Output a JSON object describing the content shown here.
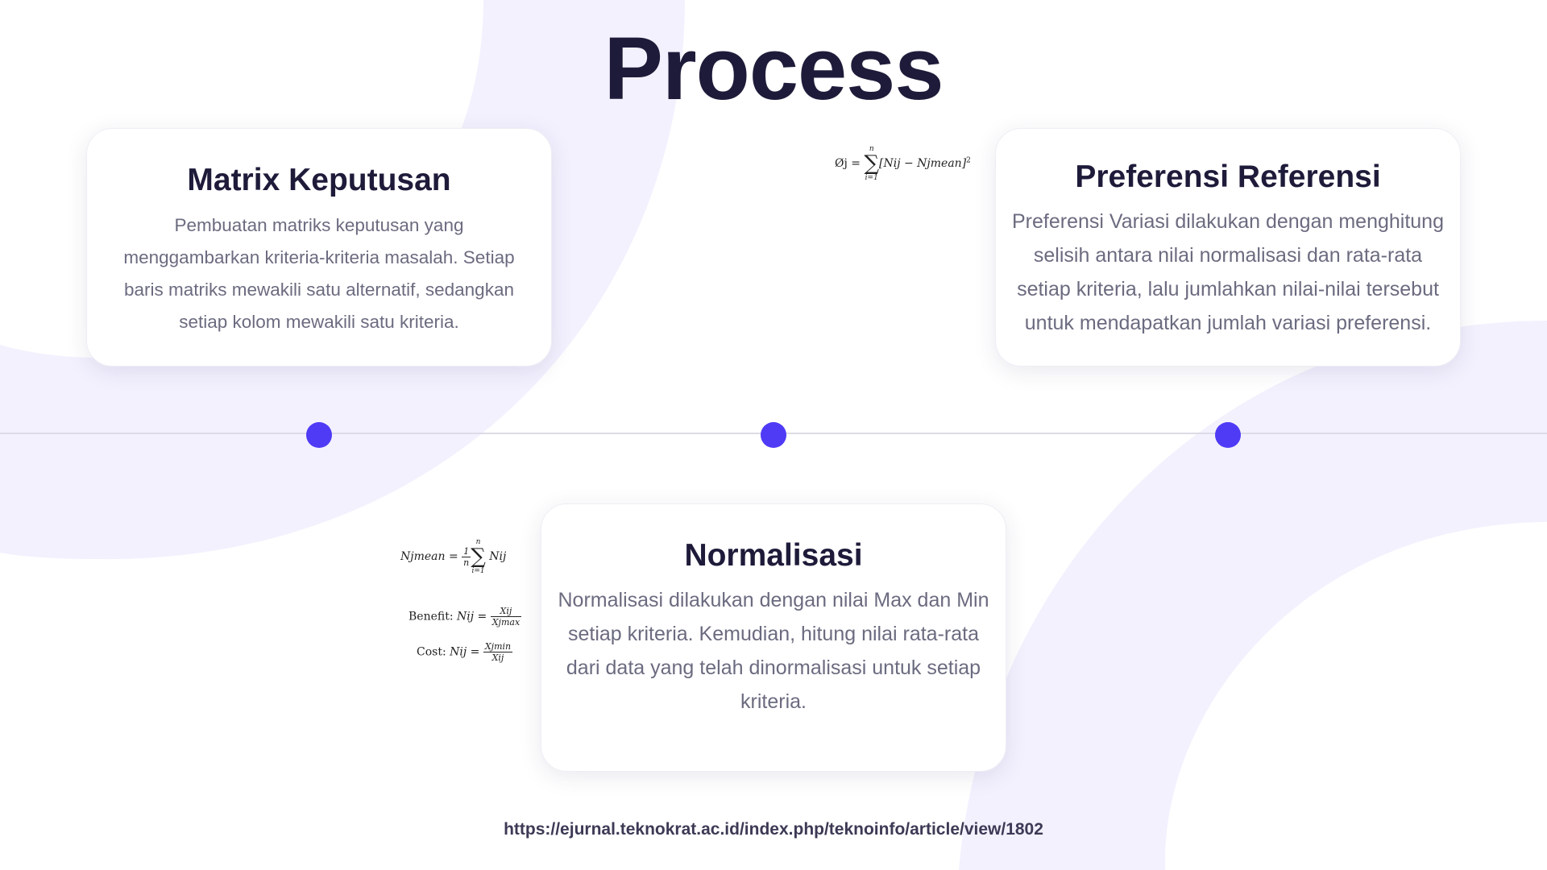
{
  "title": "Process",
  "cards": {
    "matrix": {
      "heading": "Matrix Keputusan",
      "body": "Pembuatan matriks keputusan yang menggambarkan kriteria-kriteria masalah. Setiap baris matriks mewakili satu alternatif, sedangkan setiap kolom mewakili satu kriteria."
    },
    "preferensi": {
      "heading": "Preferensi Referensi",
      "body": "Preferensi Variasi dilakukan dengan menghitung selisih antara nilai normalisasi dan rata-rata setiap kriteria, lalu jumlahkan nilai-nilai tersebut untuk mendapatkan jumlah variasi preferensi."
    },
    "normalisasi": {
      "heading": "Normalisasi",
      "body": "Normalisasi dilakukan dengan nilai Max dan Min setiap kriteria. Kemudian, hitung nilai rata-rata dari data yang telah dinormalisasi untuk setiap kriteria."
    }
  },
  "formulas": {
    "phi": {
      "lhs": "Øj =",
      "sum_top": "n",
      "sum_bottom": "i=1",
      "body": "[Nij − Njmean]",
      "power": "2"
    },
    "njmean": {
      "lhs": "Njmean =",
      "frac_num": "1",
      "frac_den": "n",
      "sum_top": "n",
      "sum_bottom": "i=1",
      "body": "Nij"
    },
    "benefit": {
      "label": "Benefit:",
      "lhs": "Nij =",
      "num": "Xij",
      "den": "Xjmax"
    },
    "cost": {
      "label": "Cost:",
      "lhs": "Nij =",
      "num": "Xjmin",
      "den": "Xij"
    }
  },
  "source_url": "https://ejurnal.teknokrat.ac.id/index.php/teknoinfo/article/view/1802",
  "colors": {
    "accent": "#4f3bf5",
    "background_shape": "#f3f1fe",
    "heading": "#1e1b3a",
    "body_text": "#6b6b80"
  }
}
